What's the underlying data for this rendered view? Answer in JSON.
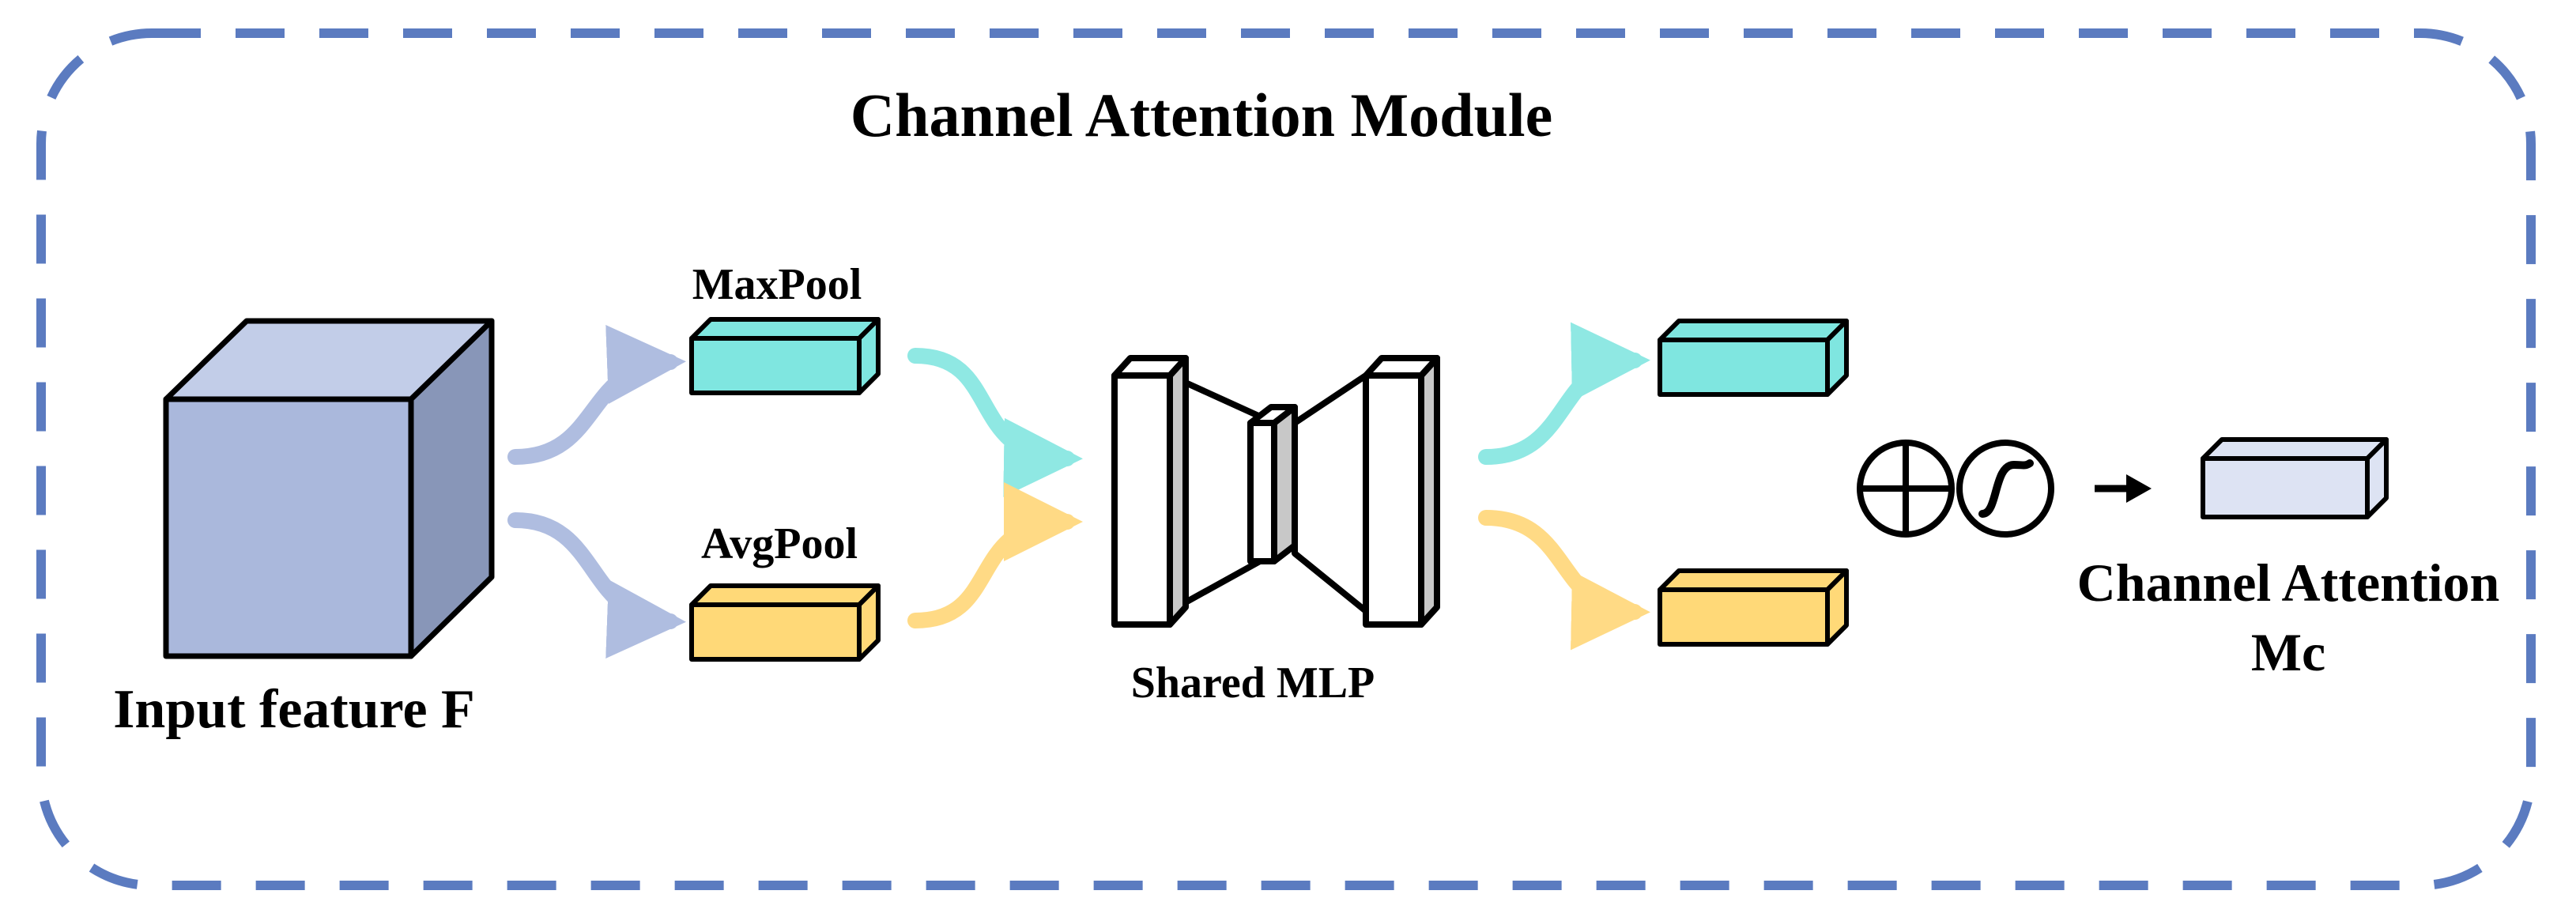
{
  "title": "Channel Attention Module",
  "labels": {
    "input": "Input feature F",
    "maxpool": "MaxPool",
    "avgpool": "AvgPool",
    "mlp": "Shared MLP",
    "output_line1": "Channel Attention",
    "output_line2": "Mc"
  },
  "colors": {
    "border": "#5B7BC0",
    "cube_front": "#AAB8DC",
    "cube_top": "#C2CDE8",
    "cube_side": "#8896B8",
    "maxpool_fill": "#7FE6E0",
    "maxpool_arrow": "#8FE8E3",
    "avgpool_fill": "#FFD978",
    "avgpool_arrow": "#FFDA85",
    "input_arrow": "#AFBDE0",
    "output_fill": "#DDE3F3",
    "mlp_side": "#C8C8C8"
  },
  "icons": {
    "sum": "circle-plus-icon",
    "sigmoid": "sigmoid-curve-icon",
    "arrow": "right-arrow-icon"
  }
}
